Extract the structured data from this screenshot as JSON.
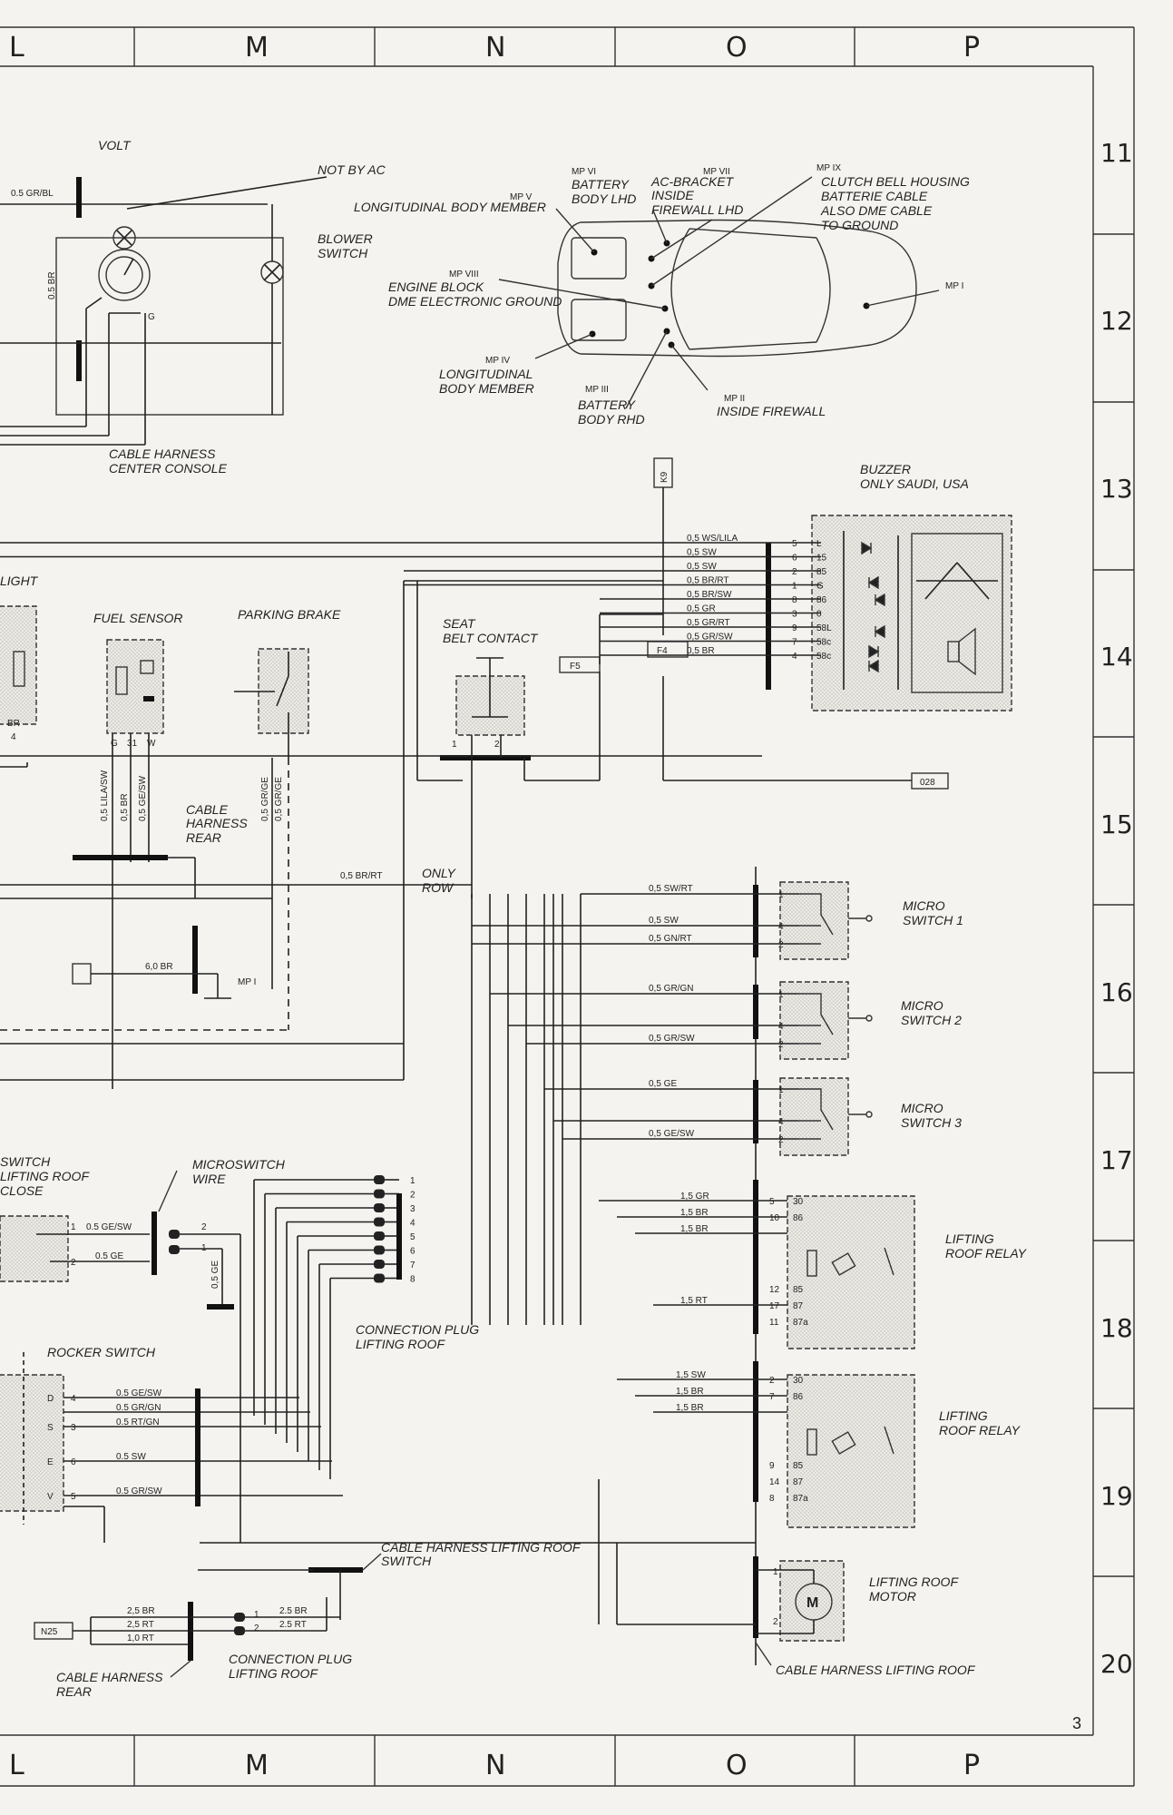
{
  "grid_columns": [
    "L",
    "M",
    "N",
    "O",
    "P"
  ],
  "grid_rows": [
    "11",
    "12",
    "13",
    "14",
    "15",
    "16",
    "17",
    "18",
    "19",
    "20"
  ],
  "page_number": "3",
  "labels": {
    "volt": "VOLT",
    "not_by_ac": "NOT BY AC",
    "blower_switch": [
      "BLOWER",
      "SWITCH"
    ],
    "cable_harness_center": [
      "CABLE HARNESS",
      "CENTER CONSOLE"
    ],
    "mp_v": [
      "MP V",
      "LONGITUDINAL BODY MEMBER"
    ],
    "mp_vi": [
      "MP VI",
      "BATTERY",
      "BODY LHD"
    ],
    "mp_vii": [
      "MP VII",
      "AC-BRACKET",
      "INSIDE",
      "FIREWALL LHD"
    ],
    "mp_ix": [
      "MP IX",
      "CLUTCH BELL HOUSING",
      "BATTERIE CABLE",
      "ALSO DME CABLE",
      "TO GROUND"
    ],
    "mp_viii": [
      "MP VIII",
      "ENGINE BLOCK",
      "DME ELECTRONIC GROUND"
    ],
    "mp_i": "MP I",
    "mp_iv": [
      "MP IV",
      "LONGITUDINAL",
      "BODY MEMBER"
    ],
    "mp_iii": [
      "MP III",
      "BATTERY",
      "BODY RHD"
    ],
    "mp_ii": [
      "MP II",
      "INSIDE FIREWALL"
    ],
    "k9": "K9",
    "buzzer": [
      "BUZZER",
      "ONLY SAUDI, USA"
    ],
    "light": "LIGHT",
    "fuel_sensor": "FUEL SENSOR",
    "parking_brake": "PARKING BRAKE",
    "seat_belt": [
      "SEAT",
      "BELT CONTACT"
    ],
    "f4": "F4",
    "f5": "F5",
    "c028": "028",
    "cable_harness_rear": [
      "CABLE",
      "HARNESS",
      "REAR"
    ],
    "only_row": [
      "ONLY",
      "ROW"
    ],
    "mp_i_ground": "MP I",
    "micro_switch_1": [
      "MICRO",
      "SWITCH 1"
    ],
    "micro_switch_2": [
      "MICRO",
      "SWITCH 2"
    ],
    "micro_switch_3": [
      "MICRO",
      "SWITCH 3"
    ],
    "switch_lifting_roof": [
      "SWITCH",
      "LIFTING ROOF",
      "CLOSE"
    ],
    "microswitch_wire": [
      "MICROSWITCH",
      "WIRE"
    ],
    "connection_plug_lifting_roof": [
      "CONNECTION PLUG",
      "LIFTING ROOF"
    ],
    "lifting_roof_relay_1": [
      "LIFTING",
      "ROOF RELAY"
    ],
    "lifting_roof_relay_2": [
      "LIFTING",
      "ROOF RELAY"
    ],
    "rocker_switch": "ROCKER SWITCH",
    "cable_harness_lifting_roof_switch": [
      "CABLE HARNESS LIFTING ROOF",
      "SWITCH"
    ],
    "lifting_roof_motor": [
      "LIFTING ROOF",
      "MOTOR"
    ],
    "n25": "N25",
    "cable_harness_rear_2": [
      "CABLE HARNESS",
      "REAR"
    ],
    "connection_plug_2": [
      "CONNECTION PLUG",
      "LIFTING ROOF"
    ],
    "cable_harness_lifting_roof": "CABLE HARNESS LIFTING ROOF"
  },
  "wires": {
    "volt_top": "0.5 GR/BL",
    "volt_left": "0.5 BR",
    "volt_g": "G",
    "buzzer": [
      "0,5 WS/LILA",
      "0,5 SW",
      "0,5 SW",
      "0,5 BR/RT",
      "0,5 BR/SW",
      "0,5 GR",
      "0,5 GR/RT",
      "0,5 GR/SW",
      "0,5 BR"
    ],
    "buzzer_pins": [
      "5",
      "6",
      "2",
      "1",
      "8",
      "3",
      "9",
      "7",
      "4"
    ],
    "buzzer_terms": [
      "L",
      "15",
      "85",
      "G",
      "86",
      "0",
      "58L",
      "58c",
      "58c"
    ],
    "fuel": [
      "0,5 LILA/SW",
      "0,5 BR",
      "0,5 GE/SW"
    ],
    "fuel_pins": [
      "G",
      "31",
      "W"
    ],
    "light_wire": "BR",
    "light_pin": "4",
    "parking": [
      "0,5 GR/GE",
      "0,5 GR/GE"
    ],
    "seat_pins": [
      "1",
      "2"
    ],
    "only_row_wire": "0,5 BR/RT",
    "ground": "6,0 BR",
    "ms1": [
      "0,5 SW/RT",
      "0,5 SW",
      "0,5 GN/RT"
    ],
    "ms1_pins": [
      "1",
      "4",
      "2"
    ],
    "ms2": [
      "0,5 GR/GN",
      "0,5 GR/SW"
    ],
    "ms2_pins": [
      "1",
      "4",
      "2"
    ],
    "ms3": [
      "0,5 GE",
      "0,5 GE/SW"
    ],
    "ms3_pins": [
      "1",
      "4",
      "2"
    ],
    "switch_close": [
      "0.5 GE/SW",
      "0.5 GE"
    ],
    "switch_close_pins": [
      "1",
      "2"
    ],
    "microswitch_pins": [
      "2",
      "1"
    ],
    "microswitch_drop": "0,5 GE",
    "plug_pins": [
      "1",
      "2",
      "3",
      "4",
      "5",
      "6",
      "7",
      "8"
    ],
    "relay1": [
      "1,5 GR",
      "1,5 BR",
      "1,5 BR",
      "1,5 RT"
    ],
    "relay1_pins": [
      "5",
      "10",
      "12",
      "17",
      "11"
    ],
    "relay1_terms": [
      "30",
      "86",
      "85",
      "87",
      "87a"
    ],
    "relay2": [
      "1,5 SW",
      "1,5 BR",
      "1,5 BR"
    ],
    "relay2_pins": [
      "2",
      "7",
      "9",
      "14",
      "8"
    ],
    "relay2_terms": [
      "30",
      "86",
      "85",
      "87",
      "87a"
    ],
    "rocker": [
      "0.5 GE/SW",
      "0.5 GR/GN",
      "0.5 RT/GN",
      "0.5 SW",
      "0.5 GR/SW"
    ],
    "rocker_pins": [
      "4",
      "3",
      "6",
      "5"
    ],
    "rocker_terms": [
      "D",
      "S",
      "E",
      "V"
    ],
    "rear": [
      "2,5 BR",
      "2,5 RT",
      "1,0 RT"
    ],
    "plug2": [
      "2.5 BR",
      "2.5 RT"
    ],
    "plug2_pins": [
      "1",
      "2"
    ],
    "motor_pins": [
      "1",
      "2"
    ],
    "motor_symbol": "M"
  }
}
